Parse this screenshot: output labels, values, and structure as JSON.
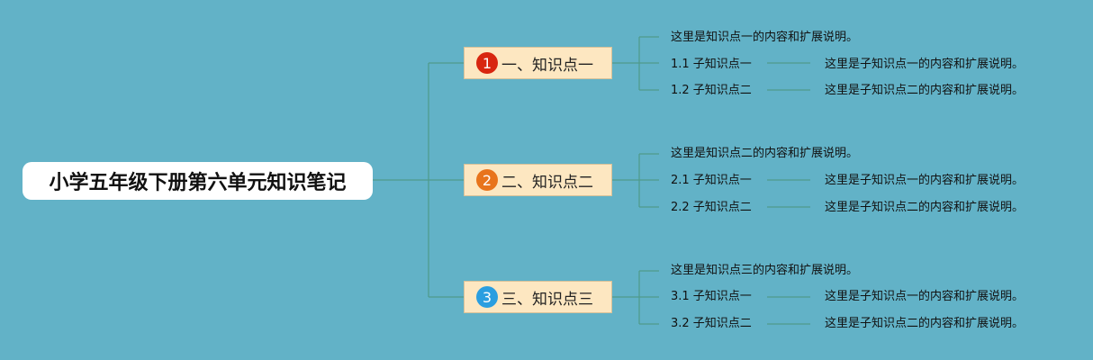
{
  "root": {
    "label": "小学五年级下册第六单元知识笔记"
  },
  "branches": [
    {
      "number": "1",
      "label": "一、知识点一",
      "badge_color": "#d8260f",
      "description": "这里是知识点一的内容和扩展说明。",
      "children": [
        {
          "label": "1.1 子知识点一",
          "description": "这里是子知识点一的内容和扩展说明。"
        },
        {
          "label": "1.2 子知识点二",
          "description": "这里是子知识点二的内容和扩展说明。"
        }
      ]
    },
    {
      "number": "2",
      "label": "二、知识点二",
      "badge_color": "#e8741c",
      "description": "这里是知识点二的内容和扩展说明。",
      "children": [
        {
          "label": "2.1 子知识点一",
          "description": "这里是子知识点一的内容和扩展说明。"
        },
        {
          "label": "2.2 子知识点二",
          "description": "这里是子知识点二的内容和扩展说明。"
        }
      ]
    },
    {
      "number": "3",
      "label": "三、知识点三",
      "badge_color": "#2a9ee0",
      "description": "这里是知识点三的内容和扩展说明。",
      "children": [
        {
          "label": "3.1 子知识点一",
          "description": "这里是子知识点一的内容和扩展说明。"
        },
        {
          "label": "3.2 子知识点二",
          "description": "这里是子知识点二的内容和扩展说明。"
        }
      ]
    }
  ],
  "colors": {
    "background": "#62b2c7",
    "connector": "#4f9a8a",
    "branch_fill": "#fde7c1"
  }
}
